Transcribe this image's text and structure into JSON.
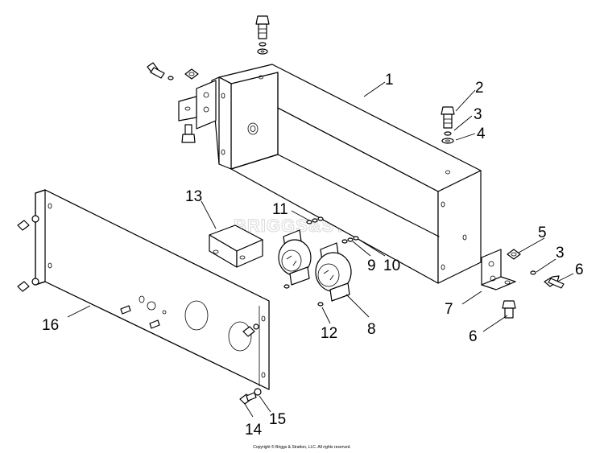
{
  "watermark": "BRIGGS&STRATTON",
  "copyright": "Copyright © Briggs & Stratton, LLC. All rights reserved.",
  "callouts": {
    "c1": "1",
    "c2": "2",
    "c3a": "3",
    "c3b": "3",
    "c4": "4",
    "c5": "5",
    "c6a": "6",
    "c6b": "6",
    "c7": "7",
    "c8": "8",
    "c9": "9",
    "c10": "10",
    "c11": "11",
    "c12": "12",
    "c13": "13",
    "c14": "14",
    "c15": "15",
    "c16": "16"
  }
}
